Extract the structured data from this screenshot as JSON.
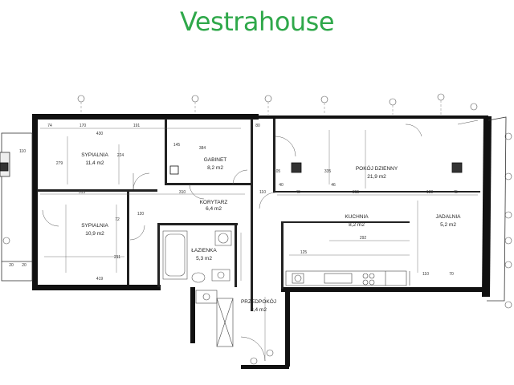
{
  "brand": {
    "name": "Vestrahouse",
    "color": "#2fa84a"
  },
  "rooms": [
    {
      "id": "sypialnia-1",
      "name": "SYPIALNIA",
      "area": "11,4 m2"
    },
    {
      "id": "gabinet",
      "name": "GABINET",
      "area": "8,2 m2"
    },
    {
      "id": "pokoj-dzienny",
      "name": "POKÓJ DZIENNY",
      "area": "21,9 m2"
    },
    {
      "id": "korytarz",
      "name": "KORYTARZ",
      "area": "6,4 m2"
    },
    {
      "id": "sypialnia-2",
      "name": "SYPIALNIA",
      "area": "10,9 m2"
    },
    {
      "id": "lazienka",
      "name": "ŁAZIENKA",
      "area": "5,3 m2"
    },
    {
      "id": "kuchnia",
      "name": "KUCHNIA",
      "area": "8,2 m2"
    },
    {
      "id": "jadalnia",
      "name": "JADALNIA",
      "area": "5,2 m2"
    },
    {
      "id": "przedpokoj",
      "name": "PRZEDPOKÓJ",
      "area": "8,4 m2"
    }
  ],
  "dimensions": {
    "top": [
      "74",
      "170",
      "430",
      "191",
      "384",
      "80"
    ],
    "mid": [
      "315",
      "310",
      "315",
      "110",
      "40",
      "138",
      "45"
    ],
    "inner": [
      "279",
      "224",
      "145",
      "105",
      "335",
      "72",
      "120",
      "211",
      "419",
      "292",
      "125",
      "110",
      "70",
      "110",
      "20",
      "20",
      "40",
      "46"
    ]
  },
  "colors": {
    "wall": "#111111",
    "line": "#444444",
    "fixture": "#555555"
  }
}
